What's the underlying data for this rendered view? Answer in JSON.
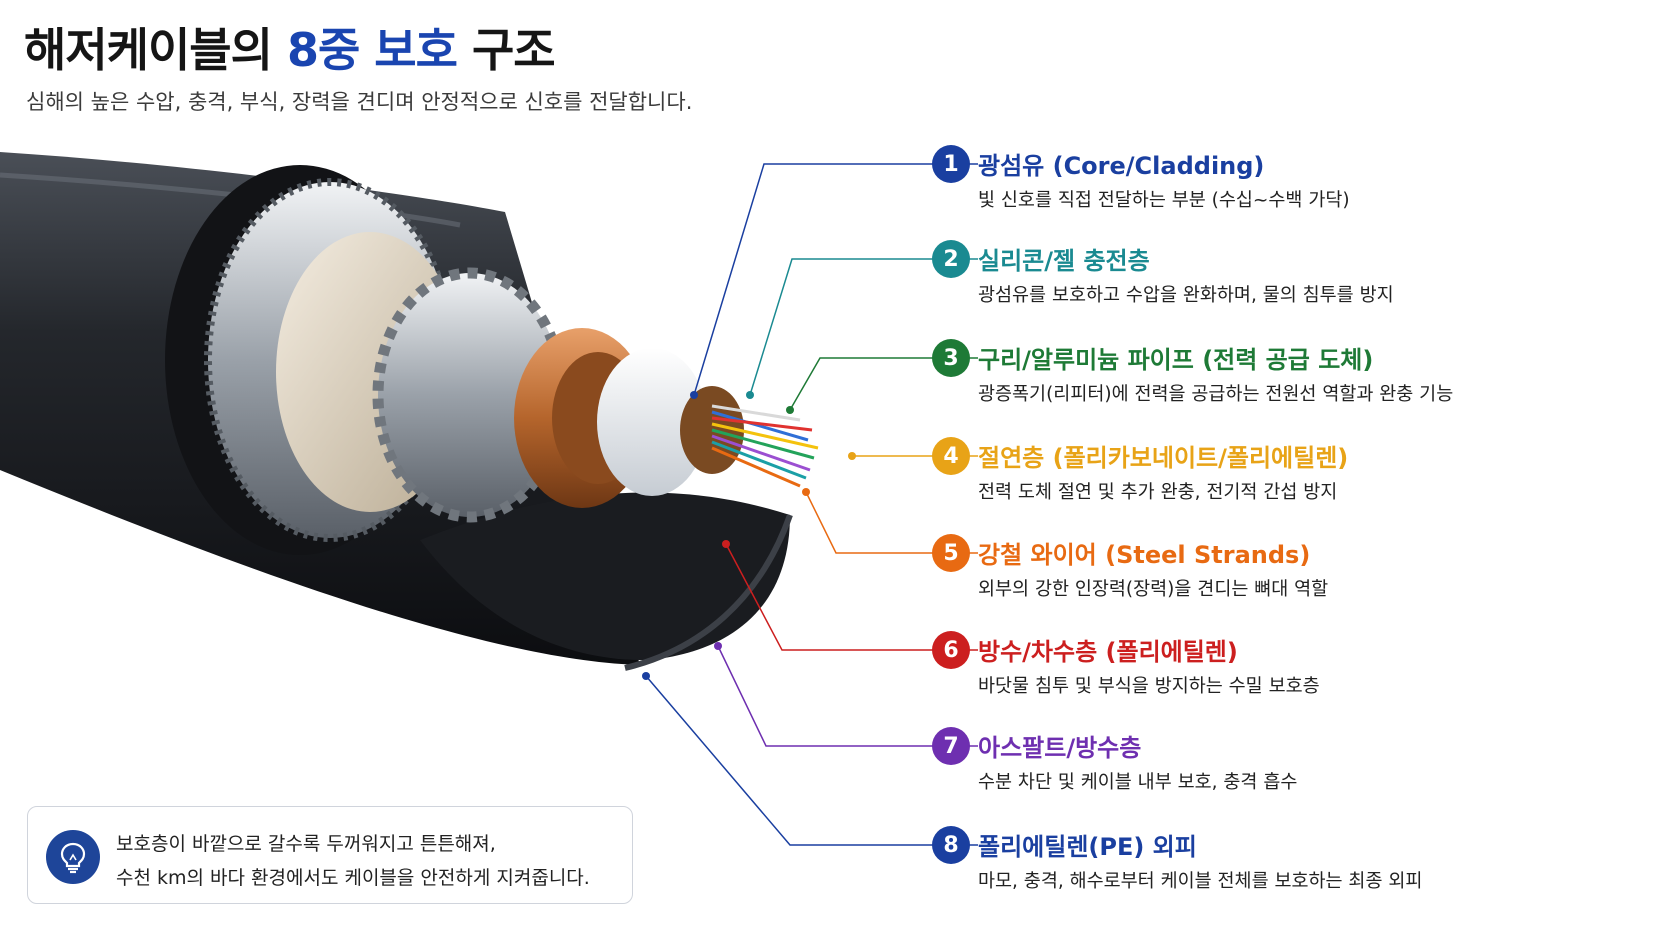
{
  "header": {
    "title_prefix": "해저케이블의",
    "title_accent": "8중 보호",
    "title_suffix": "구조",
    "subtitle": "심해의 높은 수압, 충격, 부식, 장력을 견디며 안정적으로 신호를 전달합니다."
  },
  "layers": [
    {
      "number": "1",
      "name": "광섬유 (Core/Cladding)",
      "description": "빛 신호를 직접 전달하는 부분 (수십~수백 가닥)",
      "color": "#1a3fa0"
    },
    {
      "number": "2",
      "name": "실리콘/젤 충전층",
      "description": "광섬유를 보호하고 수압을 완화하며, 물의 침투를 방지",
      "color": "#1a8a91"
    },
    {
      "number": "3",
      "name": "구리/알루미늄 파이프 (전력 공급 도체)",
      "description": "광증폭기(리피터)에 전력을 공급하는 전원선 역할과 완충 기능",
      "color": "#1e7a36"
    },
    {
      "number": "4",
      "name": "절연층 (폴리카보네이트/폴리에틸렌)",
      "description": "전력 도체 절연 및 추가 완충, 전기적 간섭 방지",
      "color": "#e8a317"
    },
    {
      "number": "5",
      "name": "강철 와이어 (Steel Strands)",
      "description": "외부의 강한 인장력(장력)을 견디는 뼈대 역할",
      "color": "#e86a12"
    },
    {
      "number": "6",
      "name": "방수/차수층 (폴리에틸렌)",
      "description": "바닷물 침투 및 부식을 방지하는 수밀 보호층",
      "color": "#cc1f1f"
    },
    {
      "number": "7",
      "name": "아스팔트/방수층",
      "description": "수분 차단 및 케이블 내부 보호, 충격 흡수",
      "color": "#6e2fb0"
    },
    {
      "number": "8",
      "name": "폴리에틸렌(PE) 외피",
      "description": "마모, 충격, 해수로부터 케이블 전체를 보호하는 최종 외피",
      "color": "#1a3fa0"
    }
  ],
  "tip": {
    "icon": "lightbulb-icon",
    "line1": "보호층이 바깥으로 갈수록 두꺼워지고 튼튼해져,",
    "line2": "수천 km의 바다 환경에서도 케이블을 안전하게 지켜줍니다."
  }
}
